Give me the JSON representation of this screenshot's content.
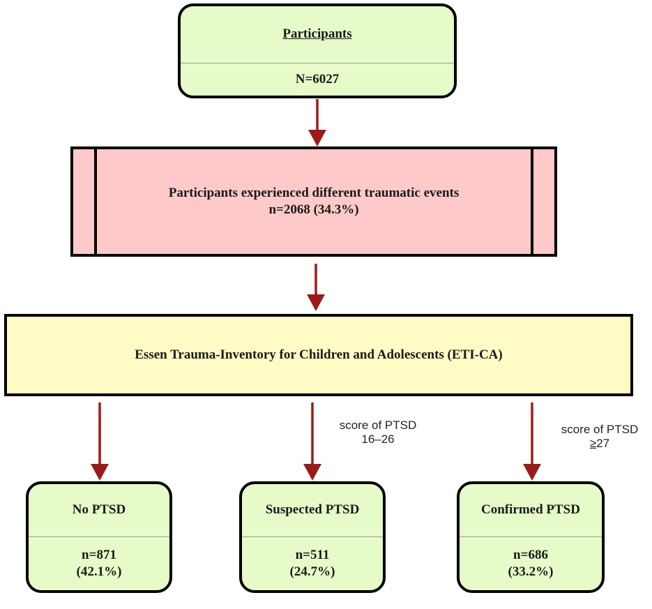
{
  "participants": {
    "title": "Participants",
    "count": "N=6027"
  },
  "traumatic": {
    "line1": "Participants experienced different traumatic events",
    "line2": "n=2068 (34.3%)"
  },
  "instrument": {
    "label": "Essen Trauma-Inventory for Children and Adolescents (ETI-CA)"
  },
  "annotations": {
    "suspected_line1": "score of PTSD",
    "suspected_line2": "16–26",
    "confirmed_line1": "score of PTSD",
    "confirmed_line2_sym": "≥",
    "confirmed_line2_num": "27"
  },
  "outcomes": [
    {
      "label": "No PTSD",
      "n": "n=871",
      "pct": "(42.1%)"
    },
    {
      "label": "Suspected PTSD",
      "n": "n=511",
      "pct": "(24.7%)"
    },
    {
      "label": "Confirmed PTSD",
      "n": "n=686",
      "pct": "(33.2%)"
    }
  ],
  "colors": {
    "arrow": "#9b1b1b",
    "green": "#e6fbc8",
    "pink": "#fdc9c9",
    "yellow": "#fefcc4"
  }
}
